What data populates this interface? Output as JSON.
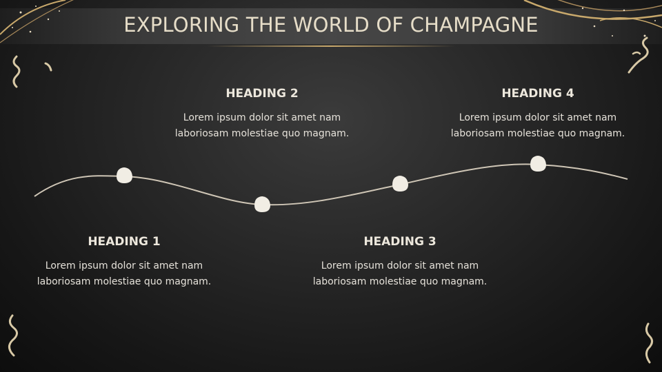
{
  "slide": {
    "title": "EXPLORING THE WORLD OF CHAMPAGNE"
  },
  "timeline": {
    "items": [
      {
        "heading": "HEADING 1",
        "text": "Lorem ipsum dolor sit amet nam laboriosam molestiae quo magnam."
      },
      {
        "heading": "HEADING 2",
        "text": "Lorem ipsum dolor sit amet nam laboriosam molestiae quo magnam."
      },
      {
        "heading": "HEADING 3",
        "text": "Lorem ipsum dolor sit amet nam laboriosam molestiae quo magnam."
      },
      {
        "heading": "HEADING 4",
        "text": "Lorem ipsum dolor sit amet nam laboriosam molestiae quo magnam."
      }
    ]
  },
  "colors": {
    "background": "#1a1a1a",
    "accent_gold": "#c9a96c",
    "text": "#e6e2da",
    "curve": "#cfc6b6",
    "marker": "#f1ede4"
  },
  "icons": {
    "decoration": "confetti-streamer-icon",
    "marker": "timeline-node-icon"
  }
}
